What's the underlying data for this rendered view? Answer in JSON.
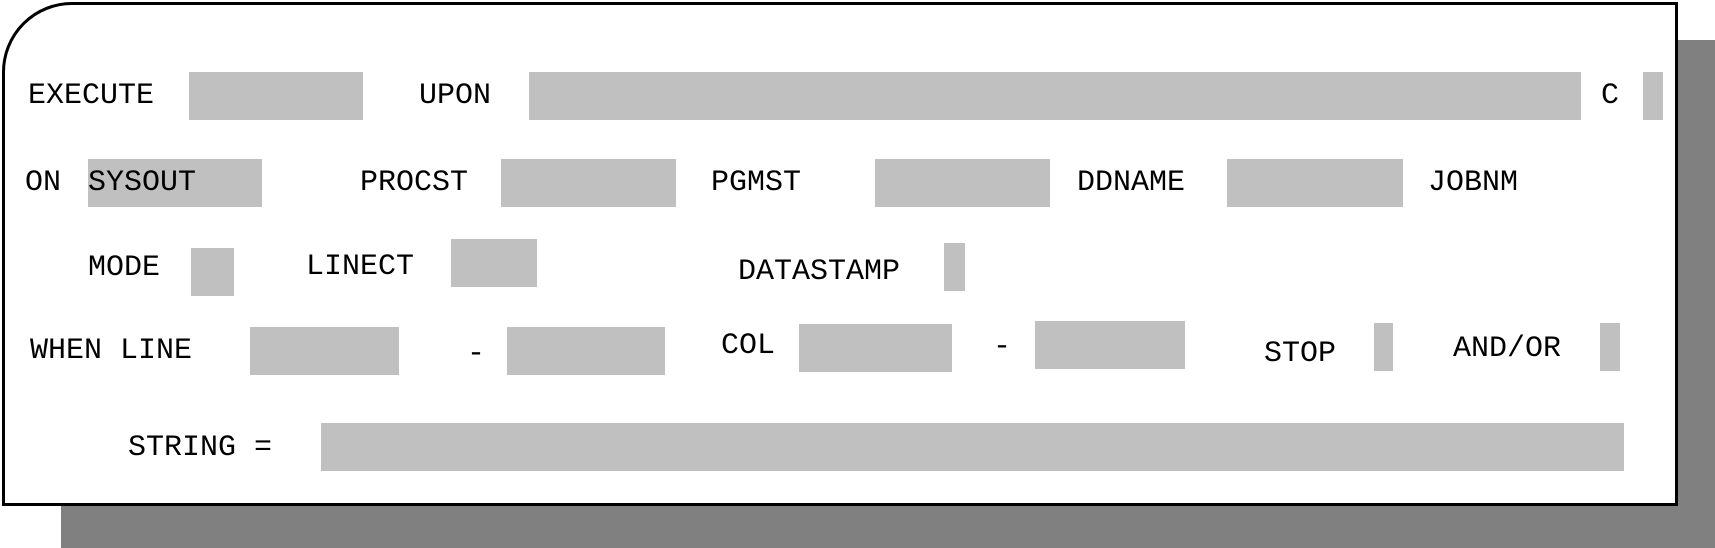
{
  "row1": {
    "execute_label": "EXECUTE",
    "execute_value": "",
    "upon_label": "UPON",
    "upon_value": "",
    "c_label": "C",
    "c_value": ""
  },
  "row2": {
    "on_label": "ON",
    "on_value": "SYSOUT",
    "procst_label": "PROCST",
    "procst_value": "",
    "pgmst_label": "PGMST",
    "pgmst_value": "",
    "ddname_label": "DDNAME",
    "ddname_value": "",
    "jobnm_label": "JOBNM"
  },
  "row3": {
    "mode_label": "MODE",
    "mode_value": "",
    "linect_label": "LINECT",
    "linect_value": "",
    "datastamp_label": "DATASTAMP",
    "datastamp_value": ""
  },
  "row4": {
    "when_line_label": "WHEN LINE",
    "line_from_value": "",
    "line_dash": "-",
    "line_to_value": "",
    "col_label": "COL",
    "col_from_value": "",
    "col_dash": "-",
    "col_to_value": "",
    "stop_label": "STOP",
    "stop_value": "",
    "andor_label": "AND/OR",
    "andor_value": ""
  },
  "row5": {
    "string_label": "STRING =",
    "string_value": ""
  },
  "colors": {
    "field_fill": "#c0c0c0",
    "shadow": "#808080",
    "border": "#000000"
  }
}
